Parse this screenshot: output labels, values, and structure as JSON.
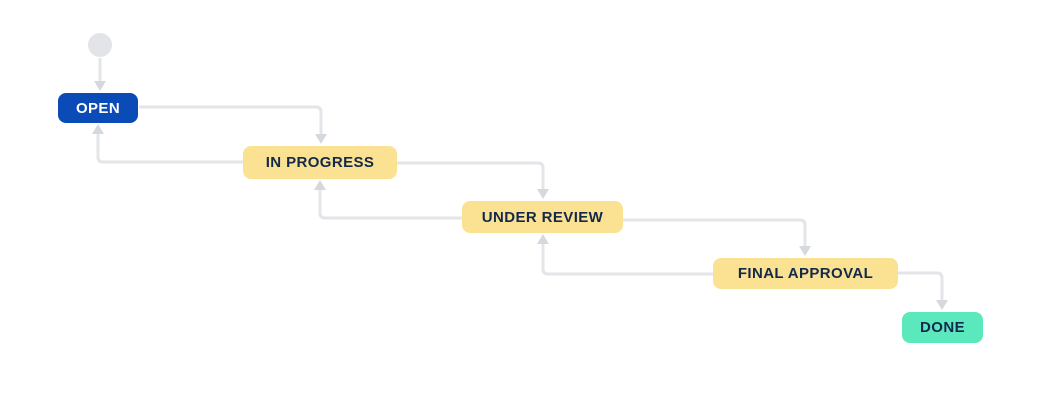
{
  "diagram": {
    "type": "workflow",
    "start_node": {
      "id": "start"
    },
    "nodes": [
      {
        "id": "open",
        "label": "OPEN",
        "color": "#0b4bb8",
        "text_color": "#ffffff"
      },
      {
        "id": "in-progress",
        "label": "IN PROGRESS",
        "color": "#fbe292",
        "text_color": "#13294b"
      },
      {
        "id": "under-review",
        "label": "UNDER REVIEW",
        "color": "#fbe292",
        "text_color": "#13294b"
      },
      {
        "id": "final-approval",
        "label": "FINAL APPROVAL",
        "color": "#fbe292",
        "text_color": "#13294b"
      },
      {
        "id": "done",
        "label": "DONE",
        "color": "#5ae8bc",
        "text_color": "#13294b"
      }
    ],
    "transitions": [
      {
        "from": "start",
        "to": "open"
      },
      {
        "from": "open",
        "to": "in-progress"
      },
      {
        "from": "in-progress",
        "to": "open"
      },
      {
        "from": "in-progress",
        "to": "under-review"
      },
      {
        "from": "under-review",
        "to": "in-progress"
      },
      {
        "from": "under-review",
        "to": "final-approval"
      },
      {
        "from": "final-approval",
        "to": "under-review"
      },
      {
        "from": "final-approval",
        "to": "done"
      }
    ],
    "colors": {
      "background": "#ffffff",
      "connector_line": "#e3e5e9",
      "arrowhead": "#d5d8dd",
      "start_circle": "#e2e4e8"
    }
  }
}
